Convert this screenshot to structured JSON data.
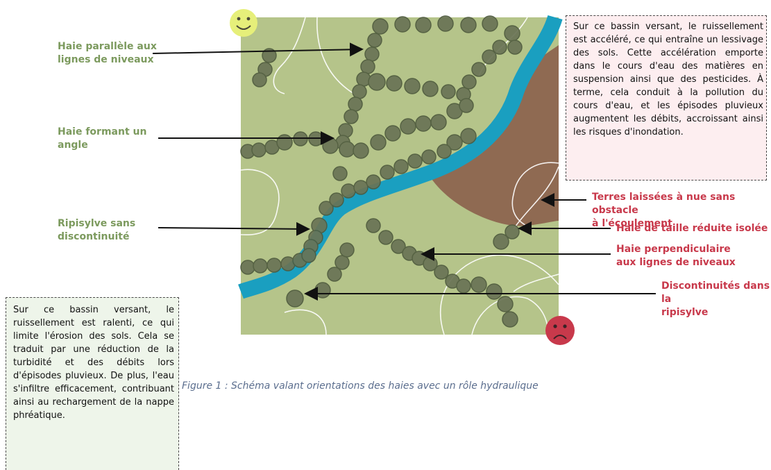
{
  "labels_left": {
    "haie_parallele": [
      "Haie parallèle aux",
      "lignes de niveaux"
    ],
    "haie_angle": [
      "Haie formant un",
      "angle"
    ],
    "ripisylve": [
      "Ripisylve sans",
      "discontinuité"
    ]
  },
  "labels_right": {
    "terres": [
      "Terres laissées à nue sans obstacle",
      "à l'écoulement"
    ],
    "haie_isolee": "Haie de taille réduite isolée",
    "haie_perp": [
      "Haie perpendiculaire",
      "aux lignes de niveaux"
    ],
    "discontinuites": [
      "Discontinuités dans la",
      "ripisylve"
    ]
  },
  "note_top": "Sur ce bassin versant, le ruissellement est accéléré, ce qui entraîne un lessivage des sols. Cette accélération emporte dans le cours d'eau des matières en suspension ainsi que des pesticides. À terme, cela conduit à la pollution du cours d'eau, et les épisodes pluvieux augmentent les débits, accroissant ainsi les risques d'inondation.",
  "note_left": "Sur ce bassin versant, le ruissellement est ralenti, ce qui limite l'érosion des sols. Cela se traduit par une réduction de la turbidité et des débits lors d'épisodes pluvieux. De plus, l'eau s'infiltre efficacement, contribuant ainsi au rechargement de la nappe phréatique.",
  "caption": "Figure 1 : Schéma valant orientations des haies avec un rôle hydraulique",
  "icons": {
    "happy": "happy-face-icon",
    "sad": "sad-face-icon"
  },
  "colors": {
    "field": "#b5c48a",
    "river": "#1a9fc0",
    "bare_soil": "#8f6a52",
    "tree": "#6a7355",
    "happy": "#e6ef7a",
    "sad": "#c8394b"
  }
}
